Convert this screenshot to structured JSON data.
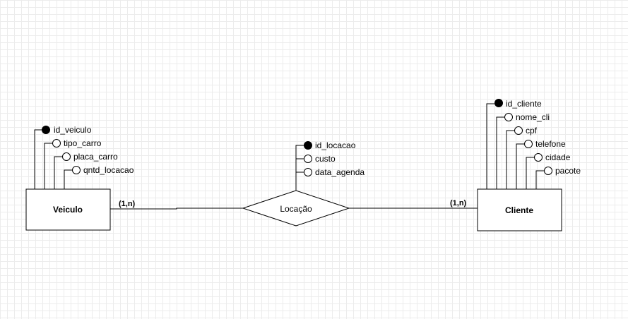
{
  "entities": {
    "veiculo": {
      "name": "Veiculo",
      "attributes": [
        {
          "name": "id_veiculo",
          "key": true
        },
        {
          "name": "tipo_carro",
          "key": false
        },
        {
          "name": "placa_carro",
          "key": false
        },
        {
          "name": "qntd_locacao",
          "key": false
        }
      ]
    },
    "cliente": {
      "name": "Cliente",
      "attributes": [
        {
          "name": "id_cliente",
          "key": true
        },
        {
          "name": "nome_cli",
          "key": false
        },
        {
          "name": "cpf",
          "key": false
        },
        {
          "name": "telefone",
          "key": false
        },
        {
          "name": "cidade",
          "key": false
        },
        {
          "name": "pacote",
          "key": false
        }
      ]
    }
  },
  "relationship": {
    "name": "Locação",
    "attributes": [
      {
        "name": "id_locacao",
        "key": true
      },
      {
        "name": "custo",
        "key": false
      },
      {
        "name": "data_agenda",
        "key": false
      }
    ]
  },
  "cardinality": {
    "veiculo_side": "(1,n)",
    "cliente_side": "(1,n)"
  }
}
